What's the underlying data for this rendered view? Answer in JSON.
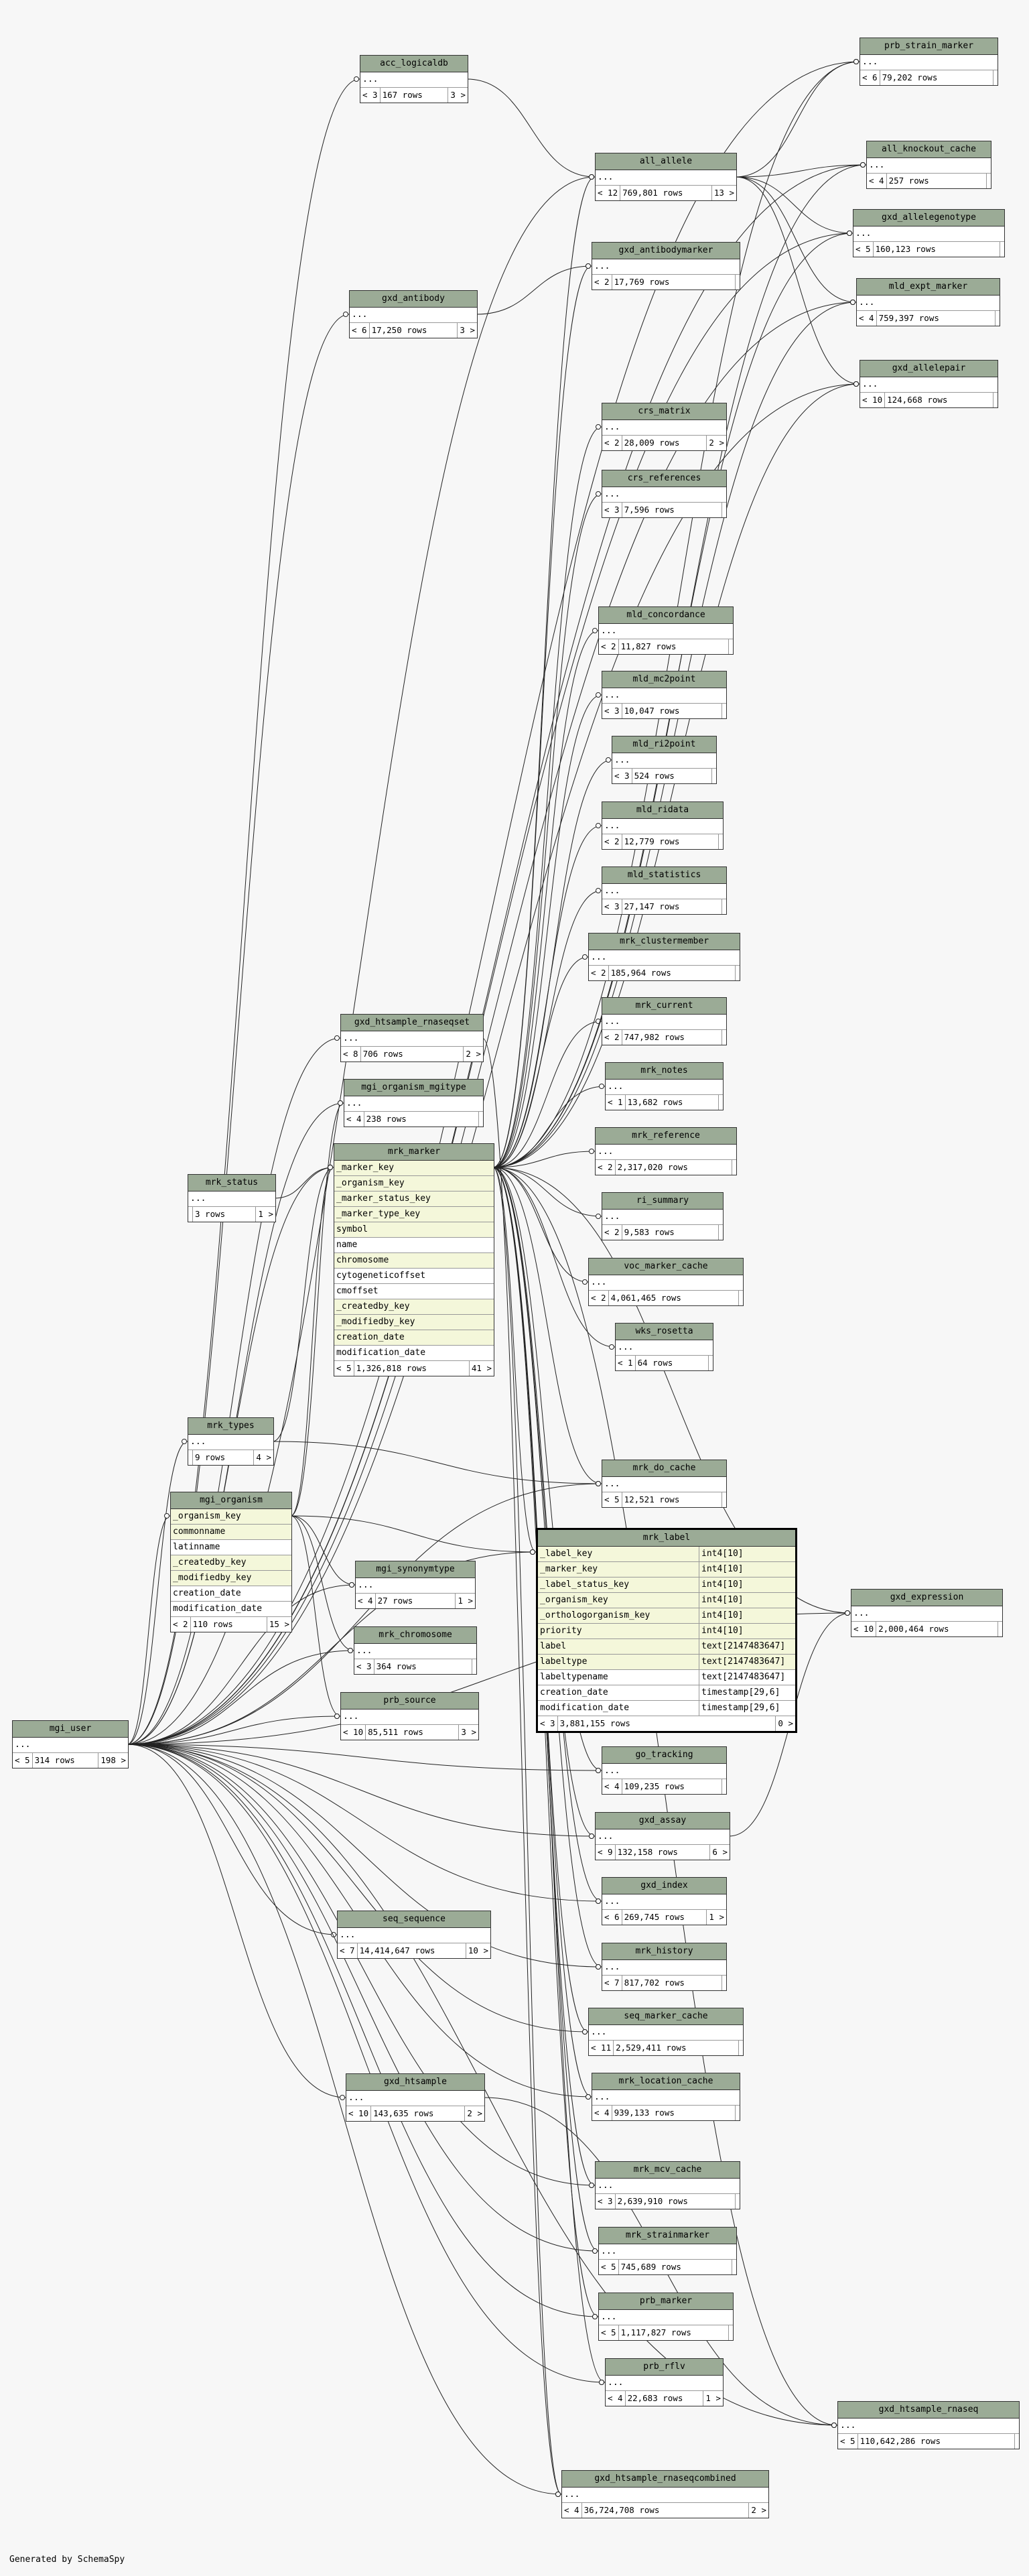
{
  "footer": "Generated by SchemaSpy",
  "tables": [
    {
      "id": "acc_logicaldb",
      "name": "acc_logicaldb",
      "rows": [
        {
          "t": "..."
        }
      ],
      "foot": [
        "< 3",
        "167 rows",
        "3 >"
      ]
    },
    {
      "id": "all_allele",
      "name": "all_allele",
      "rows": [
        {
          "t": "..."
        }
      ],
      "foot": [
        "< 12",
        "769,801 rows",
        "13 >"
      ]
    },
    {
      "id": "gxd_antibodymarker",
      "name": "gxd_antibodymarker",
      "rows": [
        {
          "t": "..."
        }
      ],
      "foot": [
        "< 2",
        "17,769 rows",
        ""
      ]
    },
    {
      "id": "gxd_antibody",
      "name": "gxd_antibody",
      "rows": [
        {
          "t": "..."
        }
      ],
      "foot": [
        "< 6",
        "17,250 rows",
        "3 >"
      ]
    },
    {
      "id": "crs_matrix",
      "name": "crs_matrix",
      "rows": [
        {
          "t": "..."
        }
      ],
      "foot": [
        "< 2",
        "28,009 rows",
        "2 >"
      ]
    },
    {
      "id": "crs_references",
      "name": "crs_references",
      "rows": [
        {
          "t": "..."
        }
      ],
      "foot": [
        "< 3",
        "7,596 rows",
        ""
      ]
    },
    {
      "id": "mld_concordance",
      "name": "mld_concordance",
      "rows": [
        {
          "t": "..."
        }
      ],
      "foot": [
        "< 2",
        "11,827 rows",
        ""
      ]
    },
    {
      "id": "mld_mc2point",
      "name": "mld_mc2point",
      "rows": [
        {
          "t": "..."
        }
      ],
      "foot": [
        "< 3",
        "10,047 rows",
        ""
      ]
    },
    {
      "id": "mld_ri2point",
      "name": "mld_ri2point",
      "rows": [
        {
          "t": "..."
        }
      ],
      "foot": [
        "< 3",
        "524 rows",
        ""
      ]
    },
    {
      "id": "mld_ridata",
      "name": "mld_ridata",
      "rows": [
        {
          "t": "..."
        }
      ],
      "foot": [
        "< 2",
        "12,779 rows",
        ""
      ]
    },
    {
      "id": "mld_statistics",
      "name": "mld_statistics",
      "rows": [
        {
          "t": "..."
        }
      ],
      "foot": [
        "< 3",
        "27,147 rows",
        ""
      ]
    },
    {
      "id": "mrk_clustermember",
      "name": "mrk_clustermember",
      "rows": [
        {
          "t": "..."
        }
      ],
      "foot": [
        "< 2",
        "185,964 rows",
        ""
      ]
    },
    {
      "id": "mrk_current",
      "name": "mrk_current",
      "rows": [
        {
          "t": "..."
        }
      ],
      "foot": [
        "< 2",
        "747,982 rows",
        ""
      ]
    },
    {
      "id": "mrk_notes",
      "name": "mrk_notes",
      "rows": [
        {
          "t": "..."
        }
      ],
      "foot": [
        "< 1",
        "13,682 rows",
        ""
      ]
    },
    {
      "id": "mrk_reference",
      "name": "mrk_reference",
      "rows": [
        {
          "t": "..."
        }
      ],
      "foot": [
        "< 2",
        "2,317,020 rows",
        ""
      ]
    },
    {
      "id": "ri_summary",
      "name": "ri_summary",
      "rows": [
        {
          "t": "..."
        }
      ],
      "foot": [
        "< 2",
        "9,583 rows",
        ""
      ]
    },
    {
      "id": "voc_marker_cache",
      "name": "voc_marker_cache",
      "rows": [
        {
          "t": "..."
        }
      ],
      "foot": [
        "< 2",
        "4,061,465 rows",
        ""
      ]
    },
    {
      "id": "wks_rosetta",
      "name": "wks_rosetta",
      "rows": [
        {
          "t": "..."
        }
      ],
      "foot": [
        "< 1",
        "64 rows",
        ""
      ]
    },
    {
      "id": "gxd_htsample_rnaseqset",
      "name": "gxd_htsample_rnaseqset",
      "rows": [
        {
          "t": "..."
        }
      ],
      "foot": [
        "< 8",
        "706 rows",
        "2 >"
      ]
    },
    {
      "id": "mgi_organism_mgitype",
      "name": "mgi_organism_mgitype",
      "rows": [
        {
          "t": "..."
        }
      ],
      "foot": [
        "< 4",
        "238 rows",
        ""
      ]
    },
    {
      "id": "mrk_status",
      "name": "mrk_status",
      "rows": [
        {
          "t": "..."
        }
      ],
      "foot": [
        "",
        "3 rows",
        "1 >"
      ]
    },
    {
      "id": "mrk_marker",
      "name": "mrk_marker",
      "rows": [
        {
          "t": "_marker_key",
          "k": true
        },
        {
          "t": "_organism_key",
          "k": true
        },
        {
          "t": "_marker_status_key",
          "k": true
        },
        {
          "t": "_marker_type_key",
          "k": true
        },
        {
          "t": "symbol",
          "k": true
        },
        {
          "t": "name"
        },
        {
          "t": "chromosome",
          "k": true
        },
        {
          "t": "cytogeneticoffset"
        },
        {
          "t": "cmoffset"
        },
        {
          "t": "_createdby_key",
          "k": true
        },
        {
          "t": "_modifiedby_key",
          "k": true
        },
        {
          "t": "creation_date",
          "k": true
        },
        {
          "t": "modification_date"
        }
      ],
      "foot": [
        "< 5",
        "1,326,818 rows",
        "41 >"
      ]
    },
    {
      "id": "mrk_types",
      "name": "mrk_types",
      "rows": [
        {
          "t": "..."
        }
      ],
      "foot": [
        "",
        "9 rows",
        "4 >"
      ]
    },
    {
      "id": "mrk_do_cache",
      "name": "mrk_do_cache",
      "rows": [
        {
          "t": "..."
        }
      ],
      "foot": [
        "< 5",
        "12,521 rows",
        ""
      ]
    },
    {
      "id": "mgi_organism",
      "name": "mgi_organism",
      "rows": [
        {
          "t": "_organism_key",
          "k": true
        },
        {
          "t": "commonname",
          "k": true
        },
        {
          "t": "latinname"
        },
        {
          "t": "_createdby_key",
          "k": true
        },
        {
          "t": "_modifiedby_key",
          "k": true
        },
        {
          "t": "creation_date"
        },
        {
          "t": "modification_date"
        }
      ],
      "foot": [
        "< 2",
        "110 rows",
        "15 >"
      ]
    },
    {
      "id": "mrk_label",
      "name": "mrk_label",
      "cols": true,
      "rows": [
        {
          "t": "_label_key",
          "ty": "int4[10]",
          "k": true
        },
        {
          "t": "_marker_key",
          "ty": "int4[10]",
          "k": true
        },
        {
          "t": "_label_status_key",
          "ty": "int4[10]",
          "k": true
        },
        {
          "t": "_organism_key",
          "ty": "int4[10]",
          "k": true
        },
        {
          "t": "_orthologorganism_key",
          "ty": "int4[10]",
          "k": true
        },
        {
          "t": "priority",
          "ty": "int4[10]",
          "k": true
        },
        {
          "t": "label",
          "ty": "text[2147483647]",
          "k": true
        },
        {
          "t": "labeltype",
          "ty": "text[2147483647]",
          "k": true
        },
        {
          "t": "labeltypename",
          "ty": "text[2147483647]"
        },
        {
          "t": "creation_date",
          "ty": "timestamp[29,6]"
        },
        {
          "t": "modification_date",
          "ty": "timestamp[29,6]"
        }
      ],
      "foot": [
        "< 3",
        "3,881,155 rows",
        "0 >"
      ]
    },
    {
      "id": "mgi_synonymtype",
      "name": "mgi_synonymtype",
      "rows": [
        {
          "t": "..."
        }
      ],
      "foot": [
        "< 4",
        "27 rows",
        "1 >"
      ]
    },
    {
      "id": "mrk_chromosome",
      "name": "mrk_chromosome",
      "rows": [
        {
          "t": "..."
        }
      ],
      "foot": [
        "< 3",
        "364 rows",
        ""
      ]
    },
    {
      "id": "prb_source",
      "name": "prb_source",
      "rows": [
        {
          "t": "..."
        }
      ],
      "foot": [
        "< 10",
        "85,511 rows",
        "3 >"
      ]
    },
    {
      "id": "mgi_user",
      "name": "mgi_user",
      "rows": [
        {
          "t": "..."
        }
      ],
      "foot": [
        "< 5",
        "314 rows",
        "198 >"
      ]
    },
    {
      "id": "gxd_expression",
      "name": "gxd_expression",
      "rows": [
        {
          "t": "..."
        }
      ],
      "foot": [
        "< 10",
        "2,000,464 rows",
        ""
      ]
    },
    {
      "id": "go_tracking",
      "name": "go_tracking",
      "rows": [
        {
          "t": "..."
        }
      ],
      "foot": [
        "< 4",
        "109,235 rows",
        ""
      ]
    },
    {
      "id": "gxd_assay",
      "name": "gxd_assay",
      "rows": [
        {
          "t": "..."
        }
      ],
      "foot": [
        "< 9",
        "132,158 rows",
        "6 >"
      ]
    },
    {
      "id": "gxd_index",
      "name": "gxd_index",
      "rows": [
        {
          "t": "..."
        }
      ],
      "foot": [
        "< 6",
        "269,745 rows",
        "1 >"
      ]
    },
    {
      "id": "seq_sequence",
      "name": "seq_sequence",
      "rows": [
        {
          "t": "..."
        }
      ],
      "foot": [
        "< 7",
        "14,414,647 rows",
        "10 >"
      ]
    },
    {
      "id": "mrk_history",
      "name": "mrk_history",
      "rows": [
        {
          "t": "..."
        }
      ],
      "foot": [
        "< 7",
        "817,702 rows",
        ""
      ]
    },
    {
      "id": "seq_marker_cache",
      "name": "seq_marker_cache",
      "rows": [
        {
          "t": "..."
        }
      ],
      "foot": [
        "< 11",
        "2,529,411 rows",
        ""
      ]
    },
    {
      "id": "gxd_htsample",
      "name": "gxd_htsample",
      "rows": [
        {
          "t": "..."
        }
      ],
      "foot": [
        "< 10",
        "143,635 rows",
        "2 >"
      ]
    },
    {
      "id": "mrk_location_cache",
      "name": "mrk_location_cache",
      "rows": [
        {
          "t": "..."
        }
      ],
      "foot": [
        "< 4",
        "939,133 rows",
        ""
      ]
    },
    {
      "id": "mrk_mcv_cache",
      "name": "mrk_mcv_cache",
      "rows": [
        {
          "t": "..."
        }
      ],
      "foot": [
        "< 3",
        "2,639,910 rows",
        ""
      ]
    },
    {
      "id": "mrk_strainmarker",
      "name": "mrk_strainmarker",
      "rows": [
        {
          "t": "..."
        }
      ],
      "foot": [
        "< 5",
        "745,689 rows",
        ""
      ]
    },
    {
      "id": "prb_marker",
      "name": "prb_marker",
      "rows": [
        {
          "t": "..."
        }
      ],
      "foot": [
        "< 5",
        "1,117,827 rows",
        ""
      ]
    },
    {
      "id": "prb_rflv",
      "name": "prb_rflv",
      "rows": [
        {
          "t": "..."
        }
      ],
      "foot": [
        "< 4",
        "22,683 rows",
        "1 >"
      ]
    },
    {
      "id": "gxd_htsample_rnaseq",
      "name": "gxd_htsample_rnaseq",
      "rows": [
        {
          "t": "..."
        }
      ],
      "foot": [
        "< 5",
        "110,642,286 rows",
        ""
      ]
    },
    {
      "id": "gxd_htsample_rnaseqcombined",
      "name": "gxd_htsample_rnaseqcombined",
      "rows": [
        {
          "t": "..."
        }
      ],
      "foot": [
        "< 4",
        "36,724,708 rows",
        "2 >"
      ]
    },
    {
      "id": "prb_strain_marker",
      "name": "prb_strain_marker",
      "rows": [
        {
          "t": "..."
        }
      ],
      "foot": [
        "< 6",
        "79,202 rows",
        ""
      ]
    },
    {
      "id": "all_knockout_cache",
      "name": "all_knockout_cache",
      "rows": [
        {
          "t": "..."
        }
      ],
      "foot": [
        "< 4",
        "257 rows",
        ""
      ]
    },
    {
      "id": "gxd_allelegenotype",
      "name": "gxd_allelegenotype",
      "rows": [
        {
          "t": "..."
        }
      ],
      "foot": [
        "< 5",
        "160,123 rows",
        ""
      ]
    },
    {
      "id": "mld_expt_marker",
      "name": "mld_expt_marker",
      "rows": [
        {
          "t": "..."
        }
      ],
      "foot": [
        "< 4",
        "759,397 rows",
        ""
      ]
    },
    {
      "id": "gxd_allelepair",
      "name": "gxd_allelepair",
      "rows": [
        {
          "t": "..."
        }
      ],
      "foot": [
        "< 10",
        "124,668 rows",
        ""
      ]
    }
  ]
}
